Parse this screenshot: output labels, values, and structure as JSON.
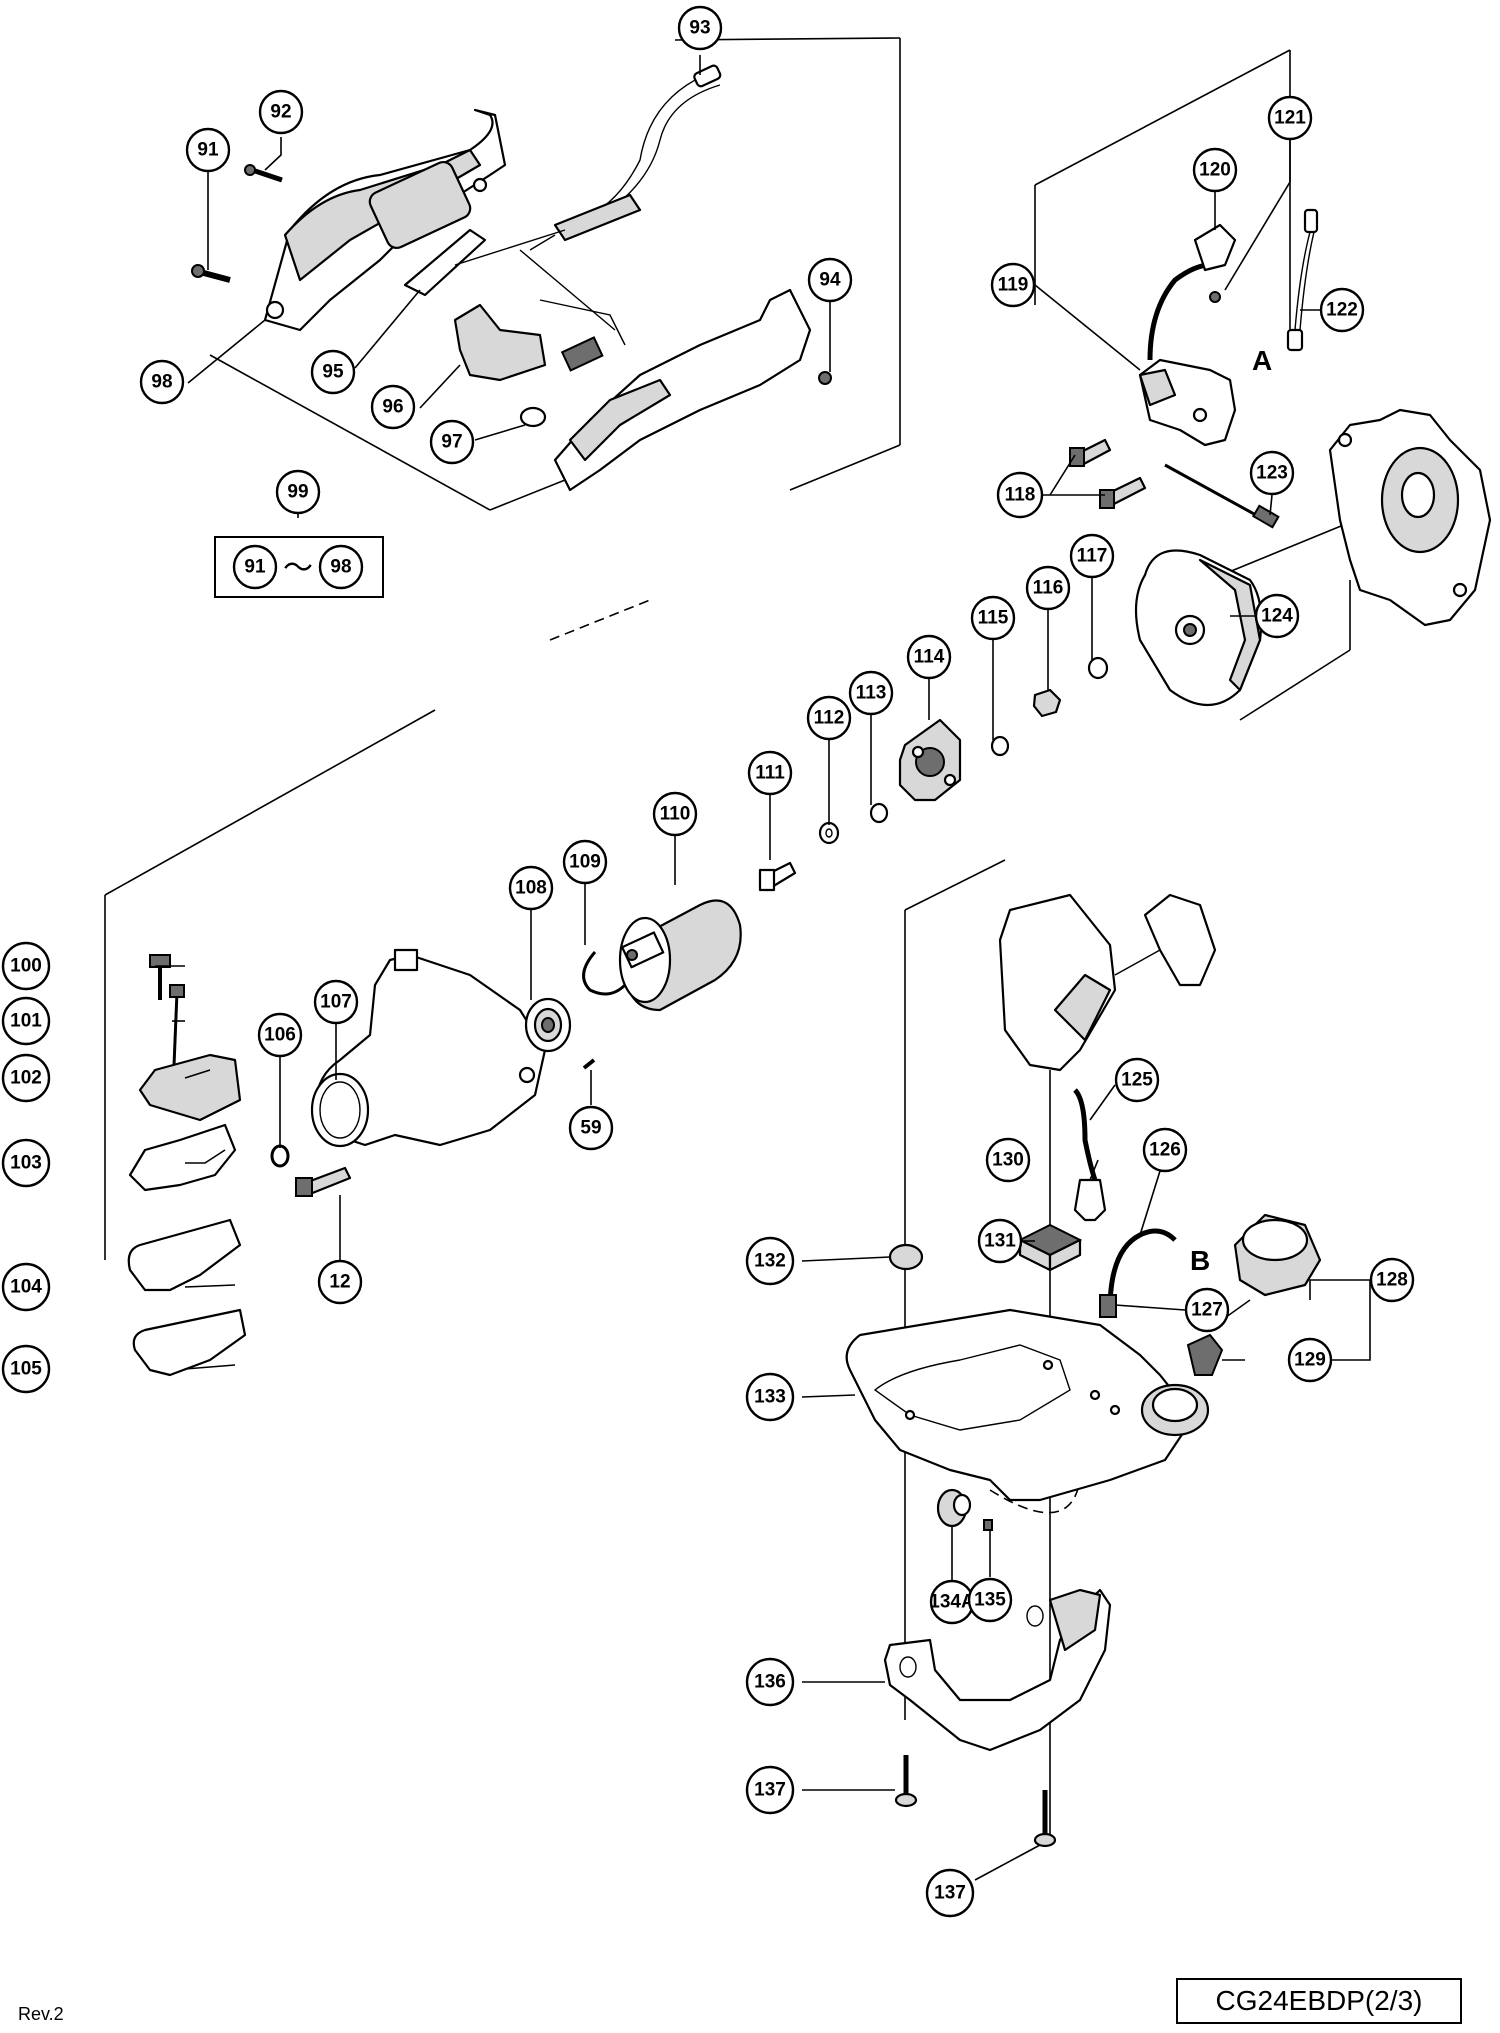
{
  "diagram": {
    "callouts": [
      "91",
      "92",
      "93",
      "94",
      "95",
      "96",
      "97",
      "98",
      "99",
      "100",
      "101",
      "102",
      "103",
      "104",
      "105",
      "106",
      "107",
      "108",
      "109",
      "110",
      "111",
      "112",
      "113",
      "114",
      "115",
      "116",
      "117",
      "118",
      "119",
      "120",
      "121",
      "122",
      "123",
      "124",
      "125",
      "126",
      "127",
      "128",
      "129",
      "130",
      "131",
      "132",
      "133",
      "134A",
      "135",
      "136",
      "137",
      "59",
      "12"
    ],
    "kit_range": {
      "from": "91",
      "separator": "〜",
      "to": "98"
    },
    "view_letters": {
      "a": "A",
      "b": "B"
    }
  },
  "footer": {
    "revision": "Rev.2",
    "model": "CG24EBDP(2/3)"
  }
}
